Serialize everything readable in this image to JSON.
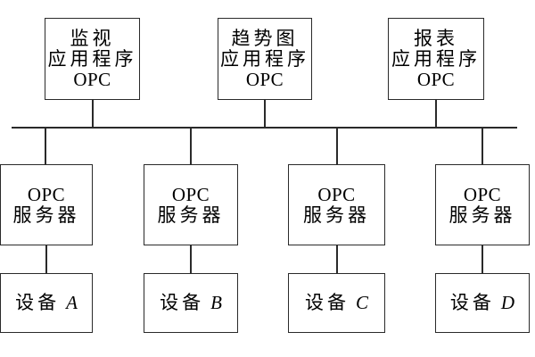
{
  "colors": {
    "line": "#2a2a2a",
    "text": "#000000",
    "background": "#ffffff"
  },
  "apps": [
    {
      "lines": [
        "监视",
        "应用程序",
        "OPC"
      ]
    },
    {
      "lines": [
        "趋势图",
        "应用程序",
        "OPC"
      ]
    },
    {
      "lines": [
        "报表",
        "应用程序",
        "OPC"
      ]
    }
  ],
  "servers": [
    {
      "lines": [
        "OPC",
        "服务器"
      ]
    },
    {
      "lines": [
        "OPC",
        "服务器"
      ]
    },
    {
      "lines": [
        "OPC",
        "服务器"
      ]
    },
    {
      "lines": [
        "OPC",
        "服务器"
      ]
    }
  ],
  "devices": [
    {
      "label": "设备",
      "letter": "A"
    },
    {
      "label": "设备",
      "letter": "B"
    },
    {
      "label": "设备",
      "letter": "C"
    },
    {
      "label": "设备",
      "letter": "D"
    }
  ]
}
